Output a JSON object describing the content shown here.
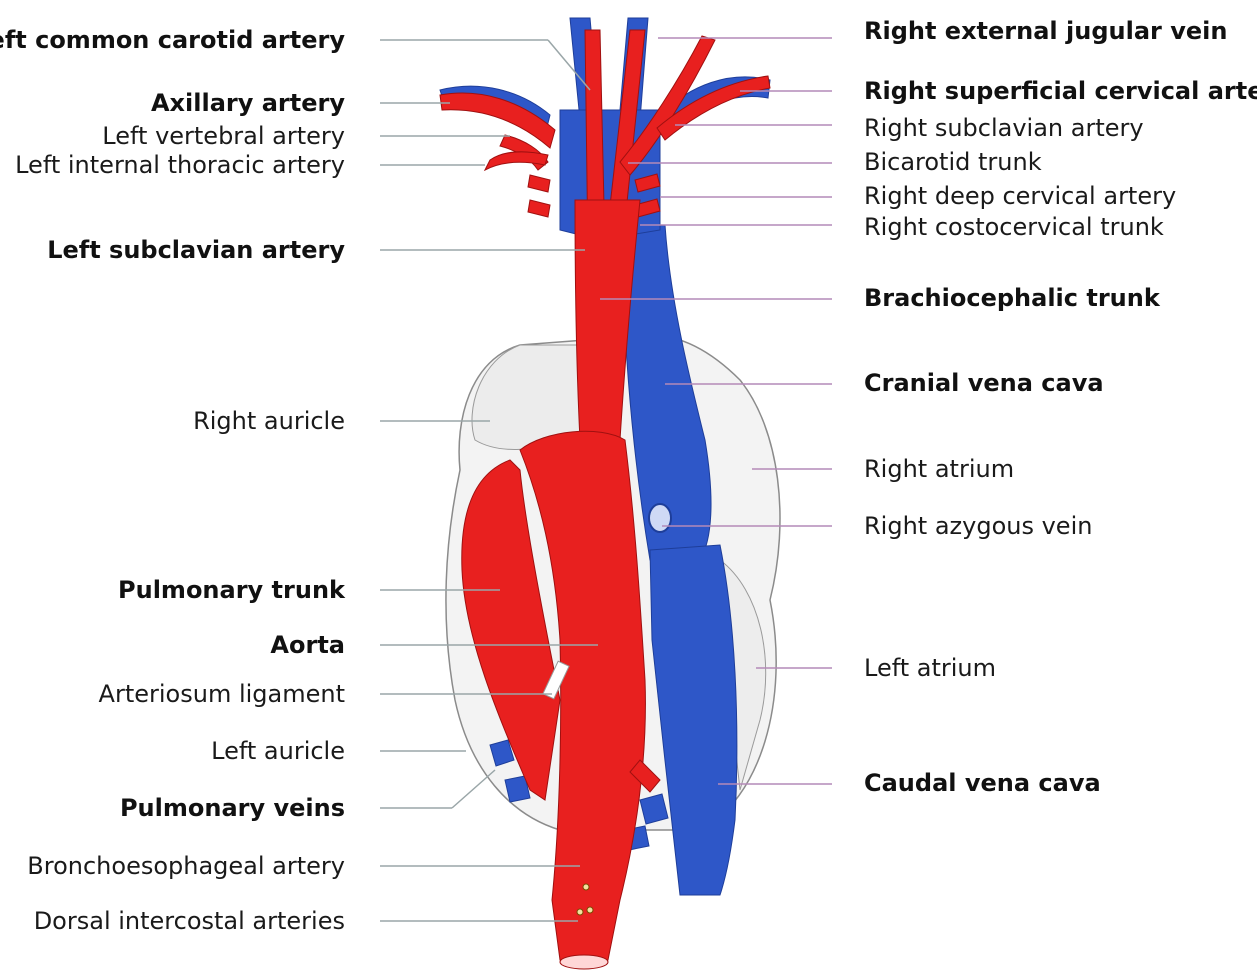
{
  "colors": {
    "artery": "#e8201f",
    "vein": "#2e57c8",
    "line_left": "#9aa6a8",
    "line_right": "#b48ab8",
    "outline": "#8b8b8b"
  },
  "labels_left": [
    {
      "text": "Left common carotid artery",
      "bold": true
    },
    {
      "text": "Axillary artery",
      "bold": true
    },
    {
      "text": "Left vertebral artery",
      "bold": false
    },
    {
      "text": "Left internal thoracic artery",
      "bold": false
    },
    {
      "text": "Left subclavian artery",
      "bold": true
    },
    {
      "text": "Right auricle",
      "bold": false
    },
    {
      "text": "Pulmonary trunk",
      "bold": true
    },
    {
      "text": "Aorta",
      "bold": true
    },
    {
      "text": "Arteriosum ligament",
      "bold": false
    },
    {
      "text": "Left auricle",
      "bold": false
    },
    {
      "text": "Pulmonary veins",
      "bold": true
    },
    {
      "text": "Bronchoesophageal artery",
      "bold": false
    },
    {
      "text": "Dorsal intercostal arteries",
      "bold": false
    }
  ],
  "labels_right": [
    {
      "text": "Right external jugular vein",
      "bold": true
    },
    {
      "text": "Right superficial cervical artery",
      "bold": true
    },
    {
      "text": "Right subclavian artery",
      "bold": false
    },
    {
      "text": "Bicarotid trunk",
      "bold": false
    },
    {
      "text": "Right deep cervical artery",
      "bold": false
    },
    {
      "text": "Right costocervical trunk",
      "bold": false
    },
    {
      "text": "Brachiocephalic trunk",
      "bold": true
    },
    {
      "text": "Cranial vena cava",
      "bold": true
    },
    {
      "text": "Right atrium",
      "bold": false
    },
    {
      "text": "Right azygous vein",
      "bold": false
    },
    {
      "text": "Left atrium",
      "bold": false
    },
    {
      "text": "Caudal vena cava",
      "bold": true
    }
  ]
}
